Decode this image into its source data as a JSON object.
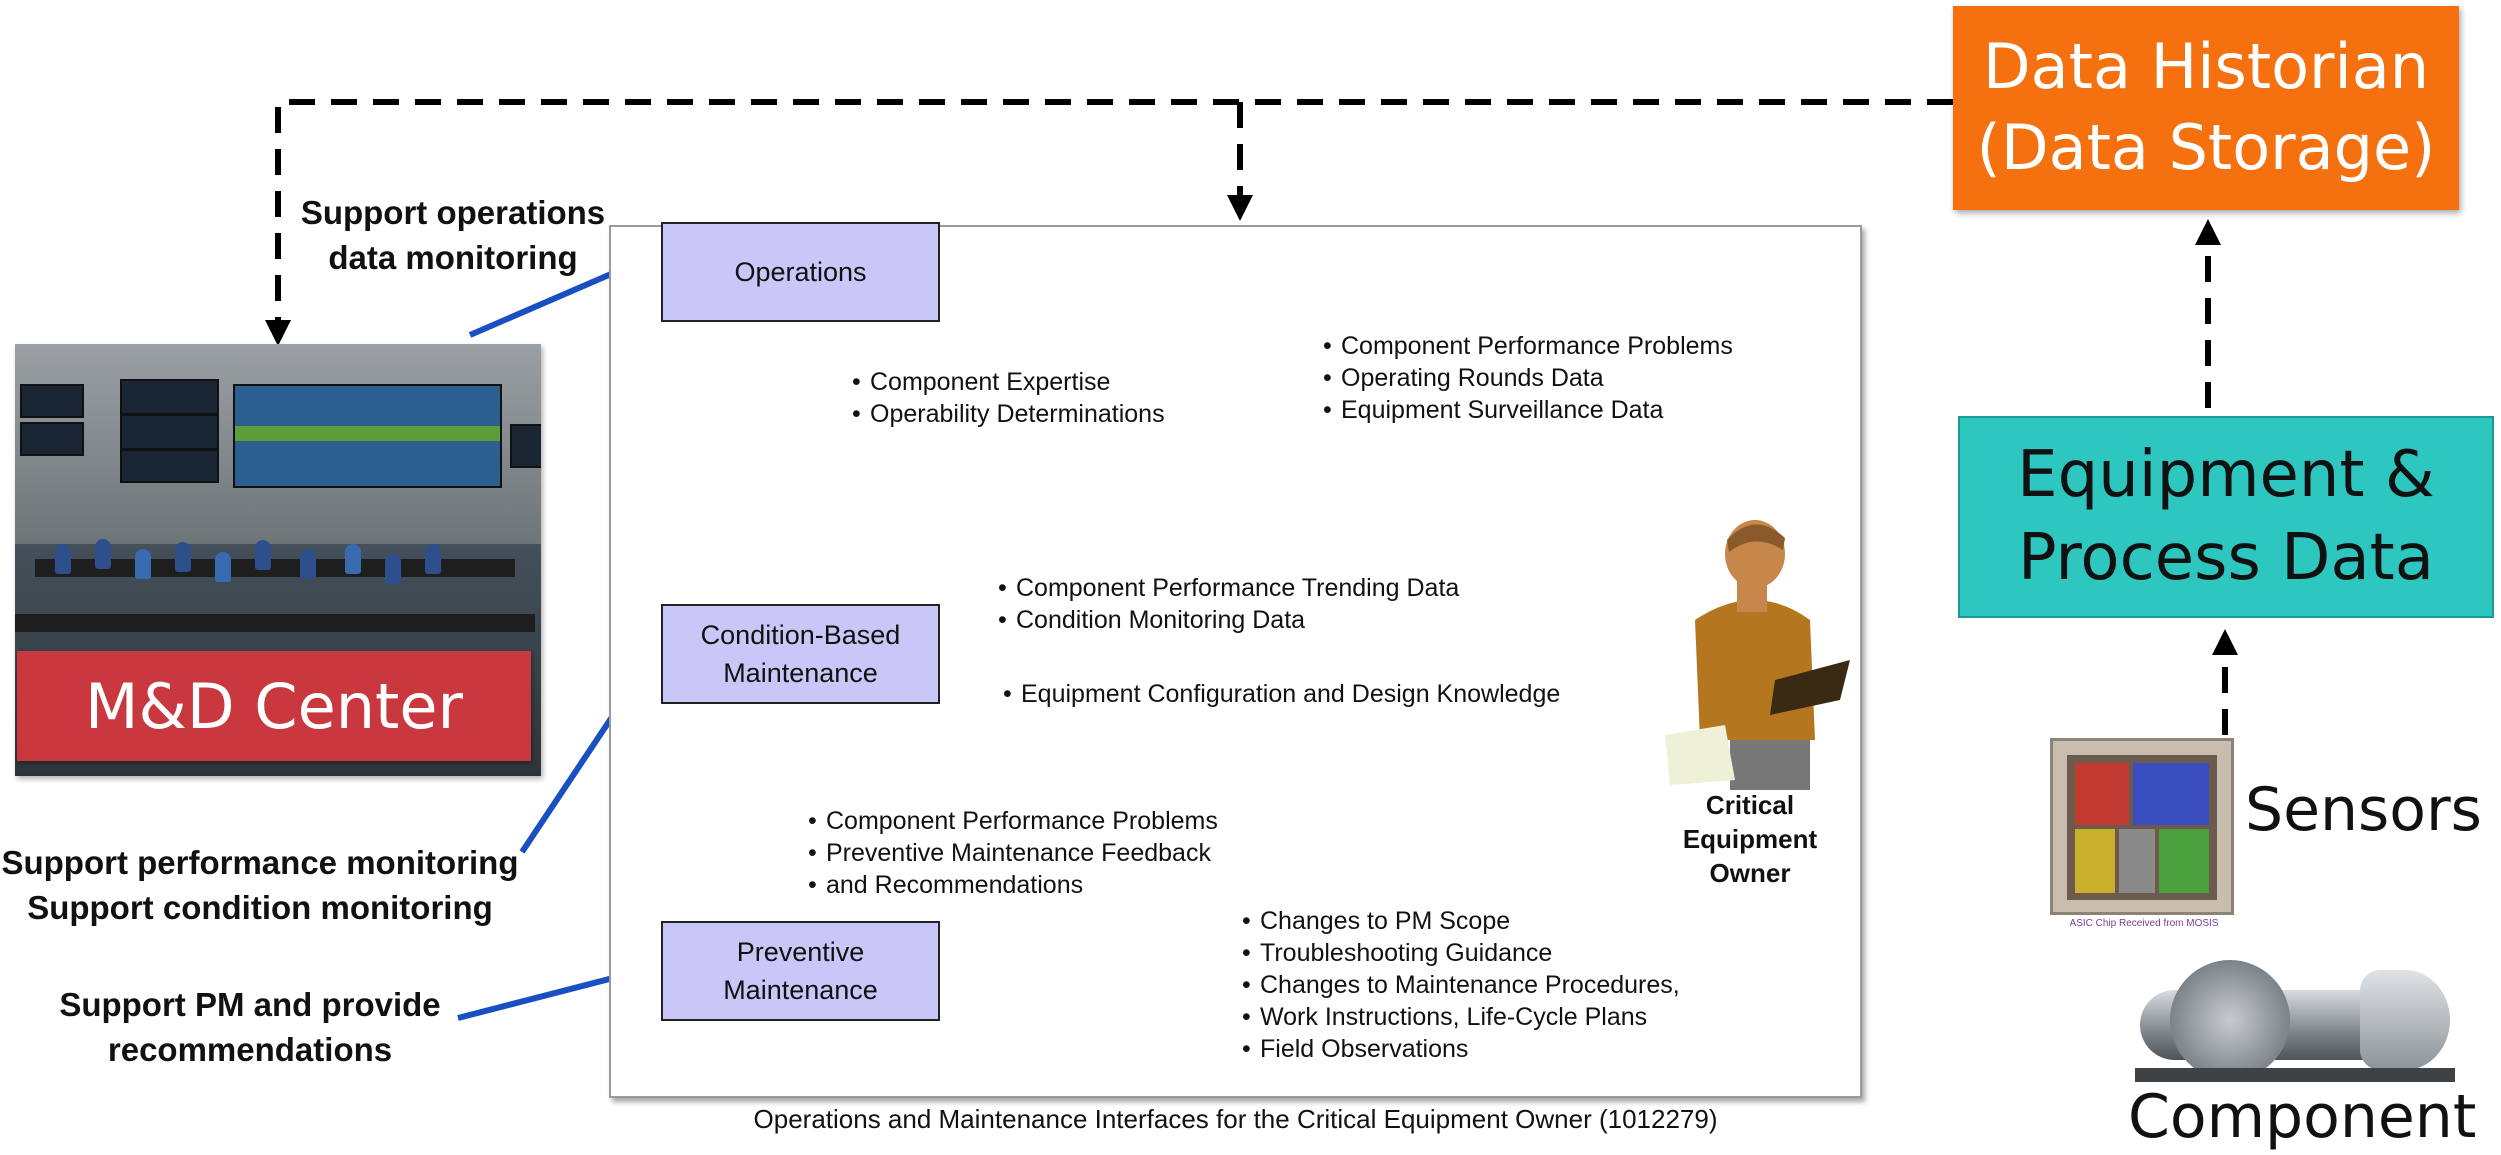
{
  "historian": {
    "line1": "Data Historian",
    "line2": "(Data Storage)"
  },
  "equipment_data": {
    "line1": "Equipment &",
    "line2": "Process Data"
  },
  "sensors": {
    "label": "Sensors",
    "chip_caption": "ASIC Chip Received from MOSIS"
  },
  "component": {
    "label": "Component"
  },
  "md_center": {
    "banner": "M&D Center"
  },
  "support_labels": {
    "operations": [
      "Support operations",
      "data monitoring"
    ],
    "performance": [
      "Support performance monitoring",
      "Support condition monitoring"
    ],
    "pm": [
      "Support PM and provide",
      "recommendations"
    ]
  },
  "figure": {
    "nodes": {
      "operations": "Operations",
      "cbm": [
        "Condition-Based",
        "Maintenance"
      ],
      "pm": [
        "Preventive",
        "Maintenance"
      ]
    },
    "owner": [
      "Critical",
      "Equipment",
      "Owner"
    ],
    "bullets": {
      "ops_to_owner": [
        "Component Performance Problems",
        "Operating Rounds Data",
        "Equipment Surveillance Data"
      ],
      "owner_to_ops": [
        "Component Expertise",
        "Operability Determinations"
      ],
      "cbm_to_owner": [
        "Component Performance Trending Data",
        "Condition Monitoring Data"
      ],
      "owner_to_cbm": [
        "Equipment Configuration and Design Knowledge"
      ],
      "pm_to_owner": [
        "Component Performance Problems",
        "Preventive Maintenance Feedback",
        "and Recommendations"
      ],
      "owner_to_pm": [
        "Changes to PM Scope",
        "Troubleshooting Guidance",
        "Changes to Maintenance Procedures,",
        "Work Instructions, Life-Cycle Plans",
        "Field Observations"
      ]
    },
    "caption": "Operations and Maintenance Interfaces for the Critical Equipment Owner (1012279)"
  },
  "colors": {
    "historian": "#f5700f",
    "equipment": "#2ec7bf",
    "md_banner": "#c8383e",
    "node_fill": "#c9c7f8",
    "blue_arrow": "#1a4fc4"
  }
}
